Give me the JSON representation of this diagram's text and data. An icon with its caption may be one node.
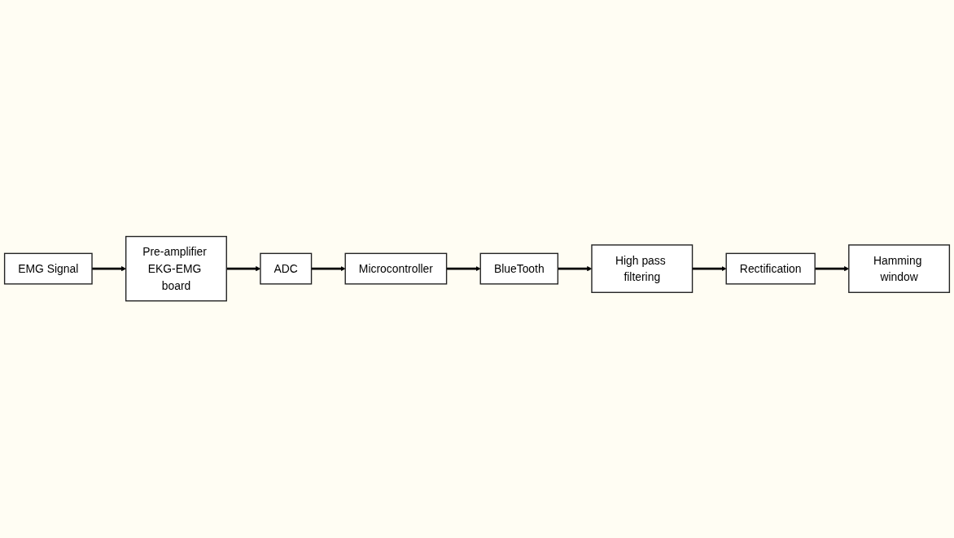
{
  "diagram": {
    "nodes": [
      {
        "text": [
          "EMG Signal"
        ]
      },
      {
        "text": [
          "Pre-amplifier EKG-EMG board"
        ]
      },
      {
        "text": [
          "ADC"
        ]
      },
      {
        "text": [
          "Microcontroller"
        ]
      },
      {
        "text": [
          "BlueTooth"
        ]
      },
      {
        "text": [
          "High pass filtering"
        ]
      },
      {
        "text": [
          "Rectification"
        ]
      },
      {
        "text": [
          "Hamming window"
        ]
      }
    ],
    "edges": [
      {
        "from": 0,
        "to": 1,
        "arrow": "to"
      },
      {
        "from": 1,
        "to": 2,
        "arrow": "to"
      },
      {
        "from": 2,
        "to": 3,
        "arrow": "to"
      },
      {
        "from": 3,
        "to": 4,
        "arrow": "to"
      },
      {
        "from": 4,
        "to": 5,
        "arrow": "to"
      },
      {
        "from": 5,
        "to": 6,
        "arrow": "to"
      },
      {
        "from": 6,
        "to": 7,
        "arrow": "to"
      }
    ]
  }
}
